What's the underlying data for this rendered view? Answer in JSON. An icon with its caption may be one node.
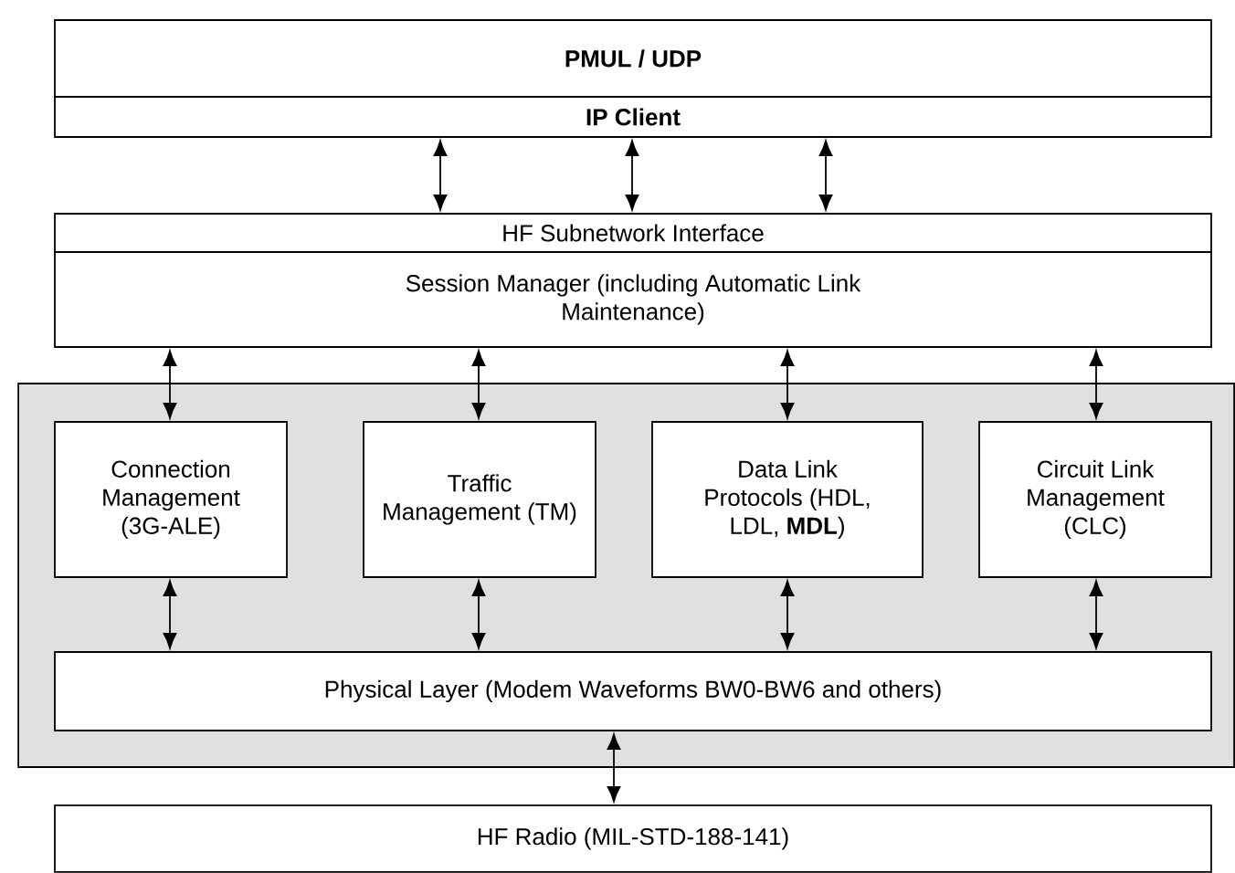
{
  "diagram": {
    "nodes": [
      {
        "text": [
          "PMUL / UDP"
        ]
      },
      {
        "text": [
          "IP Client"
        ]
      },
      {
        "text": [
          "HF Subnetwork Interface"
        ]
      },
      {
        "text": [
          "Session Manager (including Automatic Link Maintenance)"
        ]
      },
      {
        "text": [],
        "shape": "box"
      },
      {
        "text": [
          "Connection Management (3G-ALE)"
        ],
        "in": 4
      },
      {
        "text": [
          "Traffic Management (TM)"
        ],
        "in": 4
      },
      {
        "text": [
          "Data Link Protocols (HDL, LDL, **MDL**)"
        ],
        "in": 4
      },
      {
        "text": [
          "Circuit Link Management (CLC)"
        ],
        "in": 4
      },
      {
        "text": [
          "Physical Layer (Modem Waveforms BW0-BW6 and others)"
        ],
        "in": 4
      },
      {
        "text": [
          "HF Radio (MIL-STD-188-141)"
        ]
      }
    ],
    "edges": [
      {
        "from": 1,
        "to": 2,
        "arrow": "both"
      },
      {
        "from": 1,
        "to": 2,
        "arrow": "both"
      },
      {
        "from": 1,
        "to": 2,
        "arrow": "both"
      },
      {
        "from": 3,
        "to": 5,
        "arrow": "both"
      },
      {
        "from": 3,
        "to": 6,
        "arrow": "both"
      },
      {
        "from": 3,
        "to": 7,
        "arrow": "both"
      },
      {
        "from": 3,
        "to": 8,
        "arrow": "both"
      },
      {
        "from": 5,
        "to": 9,
        "arrow": "both"
      },
      {
        "from": 6,
        "to": 9,
        "arrow": "both"
      },
      {
        "from": 7,
        "to": 9,
        "arrow": "both"
      },
      {
        "from": 8,
        "to": 9,
        "arrow": "both"
      },
      {
        "from": 9,
        "to": 10,
        "arrow": "both"
      }
    ]
  }
}
